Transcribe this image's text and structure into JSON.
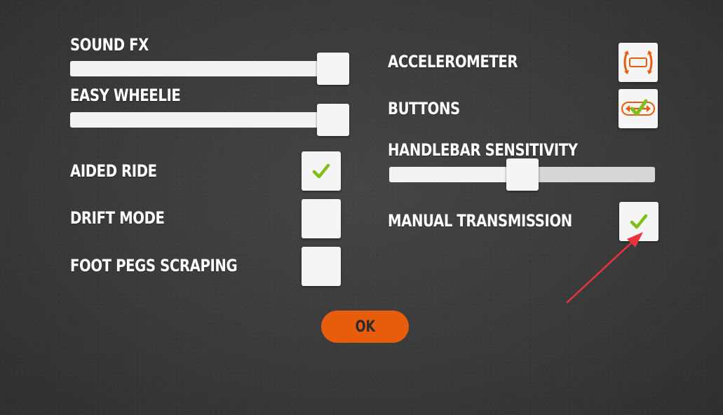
{
  "settings": {
    "sound_fx": {
      "label": "SOUND FX",
      "value": 1.0
    },
    "easy_wheelie": {
      "label": "EASY WHEELIE",
      "value": 1.0
    },
    "aided_ride": {
      "label": "AIDED RIDE",
      "checked": true
    },
    "drift_mode": {
      "label": "DRIFT MODE",
      "checked": false
    },
    "foot_pegs_scraping": {
      "label": "FOOT PEGS SCRAPING",
      "checked": false
    },
    "accelerometer": {
      "label": "ACCELEROMETER",
      "icon": "tilt-device-icon"
    },
    "buttons": {
      "label": "BUTTONS",
      "icon": "arrows-check-icon",
      "selected": true
    },
    "handlebar_sensitivity": {
      "label": "HANDLEBAR SENSITIVITY",
      "value": 0.5
    },
    "manual_transmission": {
      "label": "MANUAL TRANSMISSION",
      "checked": true
    }
  },
  "ok_button": {
    "label": "OK"
  },
  "colors": {
    "accent_orange": "#e85d0c",
    "check_green": "#7fbf1a",
    "annotation_red": "#e8343a",
    "panel_white": "#f5f5f5",
    "background": "#3a3a3a"
  }
}
